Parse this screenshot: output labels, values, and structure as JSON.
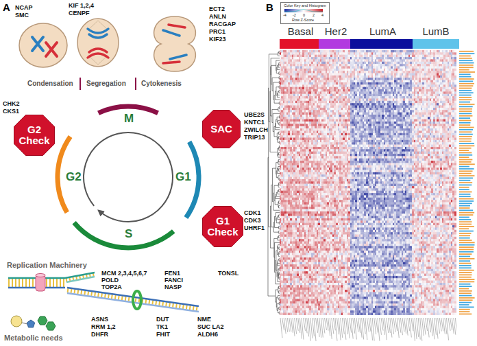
{
  "diagram": {
    "nodes": [
      {
        "text": [
          "G2 Check"
        ]
      },
      {
        "text": [
          "SAC"
        ]
      },
      {
        "text": [
          "G1 Check"
        ]
      },
      {
        "text": [
          "Color Key and Histogram"
        ]
      },
      {
        "text": [
          "Basal"
        ]
      },
      {
        "text": [
          "Her2"
        ]
      },
      {
        "text": [
          "LumA"
        ]
      },
      {
        "text": [
          "LumB"
        ]
      }
    ],
    "labels": [
      "A",
      "NCAP",
      "SMC",
      "KIF 1,2,4",
      "CENPF",
      "ECT2",
      "ANLN",
      "RACGAP",
      "PRC1",
      "KIF23",
      "Condensation",
      "Segregation",
      "Cytokenesis",
      "M",
      "G1",
      "S",
      "G2",
      "CHK2",
      "CKS1",
      "UBE2S",
      "KNTC1",
      "ZWILCH",
      "TRIP13",
      "CDK1",
      "CDK3",
      "UHRF1",
      "Replication Machinery",
      "MCM 2,3,4,5,6,7",
      "POLD",
      "TOP2A",
      "FEN1",
      "FANCI",
      "NASP",
      "TONSL",
      "ASNS",
      "RRM 1,2",
      "DHFR",
      "DUT",
      "TK1",
      "FHIT",
      "NME",
      "SUC LA2",
      "ALDH6",
      "Metabolic needs",
      "B",
      "-4",
      "-2",
      "0",
      "2",
      "4",
      "Row Z-Score"
    ]
  }
}
